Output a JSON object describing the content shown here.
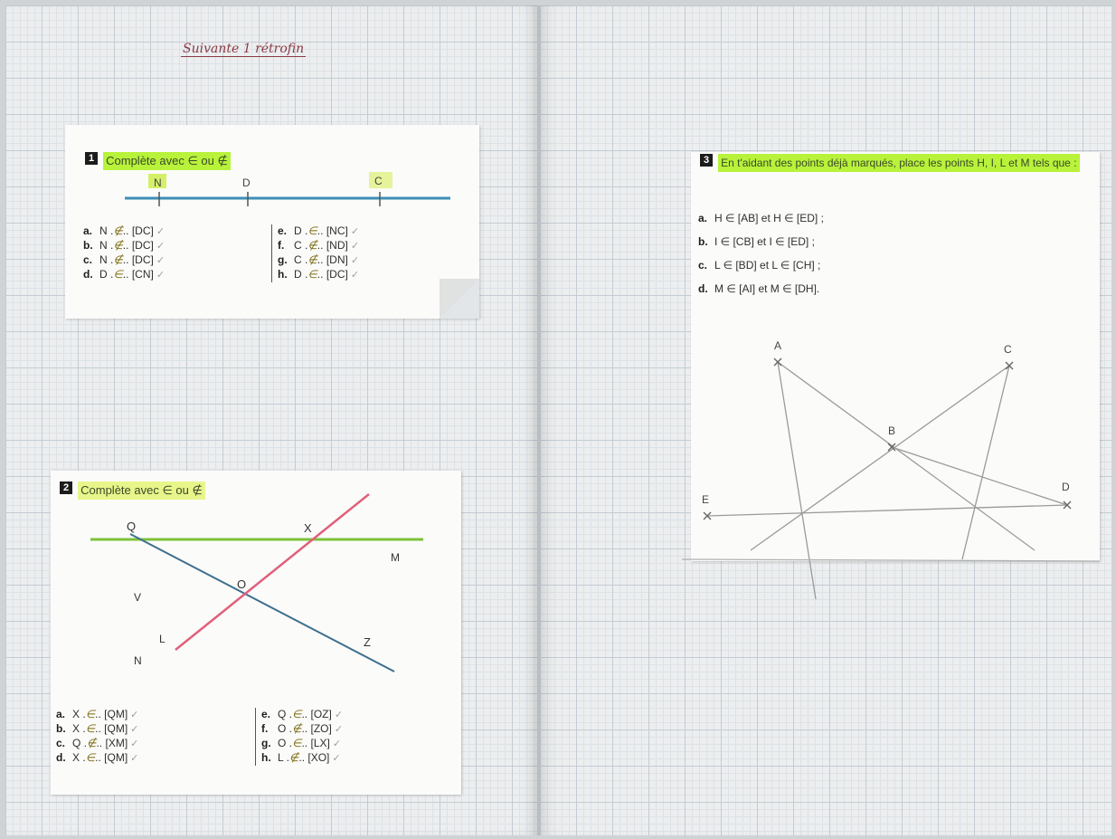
{
  "title": "Suivante 1 rétrofin",
  "ex1": {
    "number": "1",
    "instruction": "Complète avec ∈ ou ∉",
    "points": [
      "N",
      "D",
      "C"
    ],
    "left": [
      {
        "letter": "a.",
        "pre": "N",
        "answer": "∉",
        "post": "[DC]"
      },
      {
        "letter": "b.",
        "pre": "N",
        "answer": "∉",
        "post": "[DC]"
      },
      {
        "letter": "c.",
        "pre": "N",
        "answer": "∉",
        "post": "[DC]"
      },
      {
        "letter": "d.",
        "pre": "D",
        "answer": "∈",
        "post": "[CN]"
      }
    ],
    "right": [
      {
        "letter": "e.",
        "pre": "D",
        "answer": "∈",
        "post": "[NC]"
      },
      {
        "letter": "f.",
        "pre": "C",
        "answer": "∉",
        "post": "[ND]"
      },
      {
        "letter": "g.",
        "pre": "C",
        "answer": "∉",
        "post": "[DN]"
      },
      {
        "letter": "h.",
        "pre": "D",
        "answer": "∈",
        "post": "[DC]"
      }
    ]
  },
  "ex2": {
    "number": "2",
    "instruction": "Complète avec ∈ ou ∉",
    "points": [
      "Q",
      "X",
      "M",
      "O",
      "V",
      "L",
      "N",
      "Z"
    ],
    "left": [
      {
        "letter": "a.",
        "pre": "X",
        "answer": "∈",
        "post": "[QM]"
      },
      {
        "letter": "b.",
        "pre": "X",
        "answer": "∈",
        "post": "[QM]"
      },
      {
        "letter": "c.",
        "pre": "Q",
        "answer": "∉",
        "post": "[XM]"
      },
      {
        "letter": "d.",
        "pre": "X",
        "answer": "∈",
        "post": "[QM]"
      }
    ],
    "right": [
      {
        "letter": "e.",
        "pre": "Q",
        "answer": "∈",
        "post": "[OZ]"
      },
      {
        "letter": "f.",
        "pre": "O",
        "answer": "∉",
        "post": "[ZO]"
      },
      {
        "letter": "g.",
        "pre": "O",
        "answer": "∈",
        "post": "[LX]"
      },
      {
        "letter": "h.",
        "pre": "L",
        "answer": "∉",
        "post": "[XO]"
      }
    ]
  },
  "ex3": {
    "number": "3",
    "instruction": "En t'aidant des points déjà marqués, place les points H, I, L et M tels que :",
    "items": [
      {
        "letter": "a.",
        "text": "H ∈ [AB] et H ∈ [ED] ;"
      },
      {
        "letter": "b.",
        "text": "I ∈ [CB] et I ∈ [ED] ;"
      },
      {
        "letter": "c.",
        "text": "L ∈ [BD] et L ∈ [CH] ;"
      },
      {
        "letter": "d.",
        "text": "M ∈ [AI] et M ∈ [DH]."
      }
    ],
    "points": [
      "A",
      "C",
      "B",
      "E",
      "D"
    ]
  }
}
